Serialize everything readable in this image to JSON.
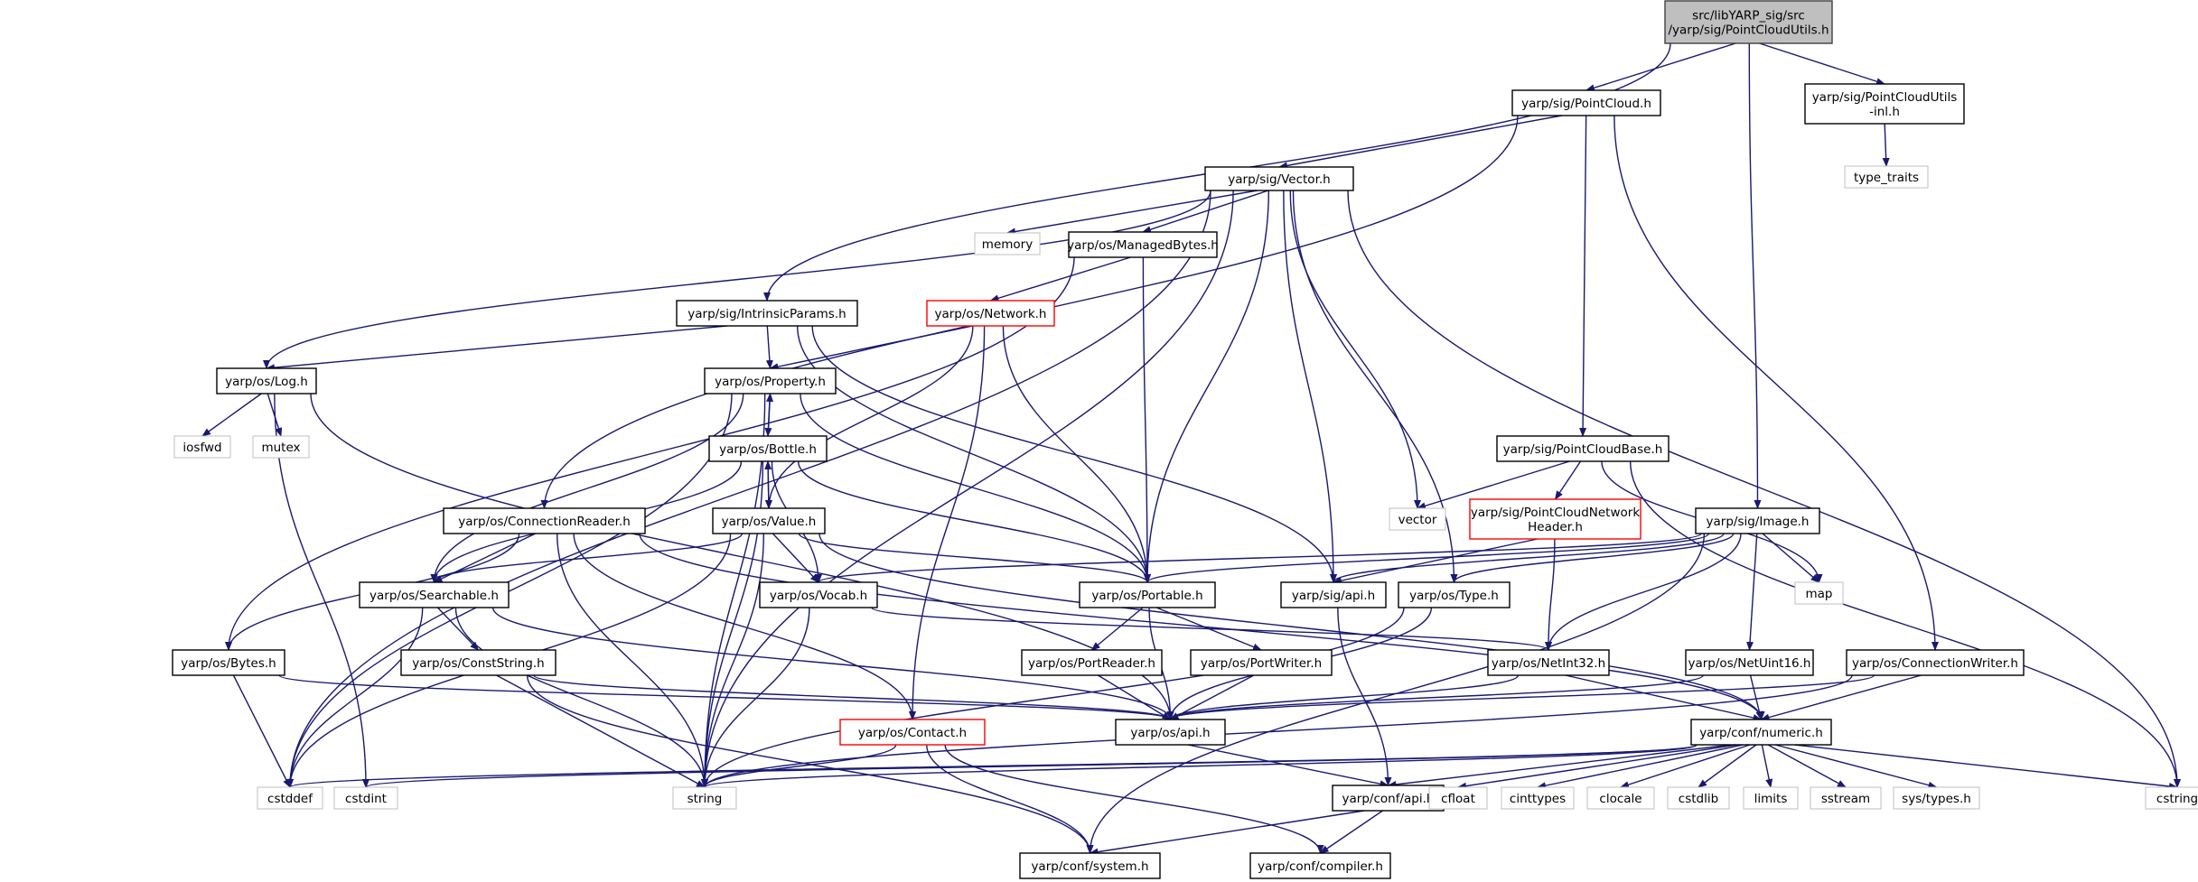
{
  "colors": {
    "edge": "#191970",
    "node_border": "#000000",
    "node_fill": "#ffffff",
    "root_fill": "#bfbfbf",
    "root_border": "#404040",
    "external_border": "#bfbfbf",
    "truncated_border": "#ff0000"
  },
  "nodes": {
    "root": {
      "lines": [
        "src/libYARP_sig/src",
        "/yarp/sig/PointCloudUtils.h"
      ],
      "kind": "root"
    },
    "pointcloud": {
      "lines": [
        "yarp/sig/PointCloud.h"
      ],
      "kind": "normal"
    },
    "pcutilsinl": {
      "lines": [
        "yarp/sig/PointCloudUtils",
        "-inl.h"
      ],
      "kind": "normal"
    },
    "type_traits": {
      "lines": [
        "type_traits"
      ],
      "kind": "external"
    },
    "vector_h": {
      "lines": [
        "yarp/sig/Vector.h"
      ],
      "kind": "normal"
    },
    "memory": {
      "lines": [
        "memory"
      ],
      "kind": "external"
    },
    "managedbytes": {
      "lines": [
        "yarp/os/ManagedBytes.h"
      ],
      "kind": "normal"
    },
    "intrinsic": {
      "lines": [
        "yarp/sig/IntrinsicParams.h"
      ],
      "kind": "normal"
    },
    "network": {
      "lines": [
        "yarp/os/Network.h"
      ],
      "kind": "truncated"
    },
    "log": {
      "lines": [
        "yarp/os/Log.h"
      ],
      "kind": "normal"
    },
    "property": {
      "lines": [
        "yarp/os/Property.h"
      ],
      "kind": "normal"
    },
    "iosfwd": {
      "lines": [
        "iosfwd"
      ],
      "kind": "external"
    },
    "mutex": {
      "lines": [
        "mutex"
      ],
      "kind": "external"
    },
    "bottle": {
      "lines": [
        "yarp/os/Bottle.h"
      ],
      "kind": "normal"
    },
    "pcbase": {
      "lines": [
        "yarp/sig/PointCloudBase.h"
      ],
      "kind": "normal"
    },
    "connreader": {
      "lines": [
        "yarp/os/ConnectionReader.h"
      ],
      "kind": "normal"
    },
    "value": {
      "lines": [
        "yarp/os/Value.h"
      ],
      "kind": "normal"
    },
    "vector_std": {
      "lines": [
        "vector"
      ],
      "kind": "external"
    },
    "pcnetheader": {
      "lines": [
        "yarp/sig/PointCloudNetwork",
        "Header.h"
      ],
      "kind": "truncated"
    },
    "image": {
      "lines": [
        "yarp/sig/Image.h"
      ],
      "kind": "normal"
    },
    "searchable": {
      "lines": [
        "yarp/os/Searchable.h"
      ],
      "kind": "normal"
    },
    "vocab": {
      "lines": [
        "yarp/os/Vocab.h"
      ],
      "kind": "normal"
    },
    "portable": {
      "lines": [
        "yarp/os/Portable.h"
      ],
      "kind": "normal"
    },
    "sigapi": {
      "lines": [
        "yarp/sig/api.h"
      ],
      "kind": "normal"
    },
    "type": {
      "lines": [
        "yarp/os/Type.h"
      ],
      "kind": "normal"
    },
    "map": {
      "lines": [
        "map"
      ],
      "kind": "external"
    },
    "bytes": {
      "lines": [
        "yarp/os/Bytes.h"
      ],
      "kind": "normal"
    },
    "conststring": {
      "lines": [
        "yarp/os/ConstString.h"
      ],
      "kind": "normal"
    },
    "portreader": {
      "lines": [
        "yarp/os/PortReader.h"
      ],
      "kind": "normal"
    },
    "portwriter": {
      "lines": [
        "yarp/os/PortWriter.h"
      ],
      "kind": "normal"
    },
    "netint32": {
      "lines": [
        "yarp/os/NetInt32.h"
      ],
      "kind": "normal"
    },
    "netuint16": {
      "lines": [
        "yarp/os/NetUint16.h"
      ],
      "kind": "normal"
    },
    "connwriter": {
      "lines": [
        "yarp/os/ConnectionWriter.h"
      ],
      "kind": "normal"
    },
    "osapi": {
      "lines": [
        "yarp/os/api.h"
      ],
      "kind": "normal"
    },
    "contact": {
      "lines": [
        "yarp/os/Contact.h"
      ],
      "kind": "truncated"
    },
    "numeric": {
      "lines": [
        "yarp/conf/numeric.h"
      ],
      "kind": "normal"
    },
    "cstddef": {
      "lines": [
        "cstddef"
      ],
      "kind": "external"
    },
    "cstdint": {
      "lines": [
        "cstdint"
      ],
      "kind": "external"
    },
    "string": {
      "lines": [
        "string"
      ],
      "kind": "external"
    },
    "confapi": {
      "lines": [
        "yarp/conf/api.h"
      ],
      "kind": "normal"
    },
    "cfloat": {
      "lines": [
        "cfloat"
      ],
      "kind": "external"
    },
    "cinttypes": {
      "lines": [
        "cinttypes"
      ],
      "kind": "external"
    },
    "clocale": {
      "lines": [
        "clocale"
      ],
      "kind": "external"
    },
    "cstdlib": {
      "lines": [
        "cstdlib"
      ],
      "kind": "external"
    },
    "limits": {
      "lines": [
        "limits"
      ],
      "kind": "external"
    },
    "sstream": {
      "lines": [
        "sstream"
      ],
      "kind": "external"
    },
    "systypes": {
      "lines": [
        "sys/types.h"
      ],
      "kind": "external"
    },
    "cstring": {
      "lines": [
        "cstring"
      ],
      "kind": "external"
    },
    "system": {
      "lines": [
        "yarp/conf/system.h"
      ],
      "kind": "normal"
    },
    "compiler": {
      "lines": [
        "yarp/conf/compiler.h"
      ],
      "kind": "normal"
    }
  }
}
